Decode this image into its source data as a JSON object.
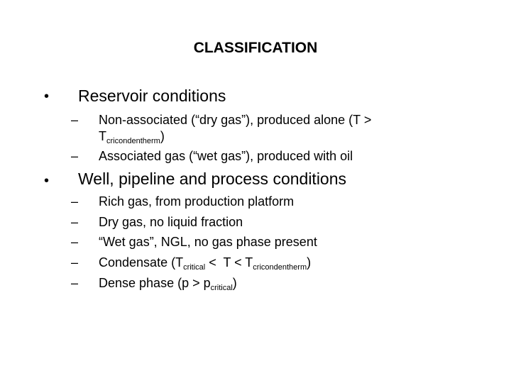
{
  "title": "CLASSIFICATION",
  "bullet_glyph": "•",
  "dash_glyph": "–",
  "sections": [
    {
      "heading": "Reservoir conditions",
      "items": [
        {
          "line1": "Non-associated (“dry gas”), produced alone  (T >",
          "line2_main": "T",
          "line2_sub": "cricondentherm",
          "line2_end": ")"
        },
        {
          "text": "Associated gas (“wet gas”), produced with oil"
        }
      ]
    },
    {
      "heading": "Well, pipeline and process conditions",
      "items": [
        {
          "text": "Rich gas, from production platform"
        },
        {
          "text": "Dry gas, no liquid fraction"
        },
        {
          "text": "“Wet gas”, NGL, no gas phase present"
        },
        {
          "pre": "Condensate (T",
          "sub1": "critical",
          "mid": " <  T < T",
          "sub2": "cricondentherm",
          "post": ")"
        },
        {
          "pre": "Dense phase (p > p",
          "sub1": "critical",
          "post": ")"
        }
      ]
    }
  ]
}
